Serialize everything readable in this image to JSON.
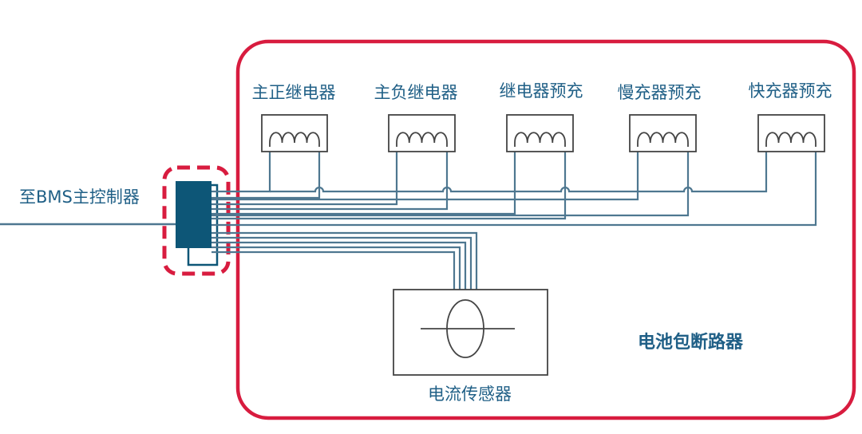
{
  "diagram": {
    "left_label": "至BMS主控制器",
    "relays": [
      {
        "label": "主正继电器"
      },
      {
        "label": "主负继电器"
      },
      {
        "label": "继电器预充"
      },
      {
        "label": "慢充器预充"
      },
      {
        "label": "快充器预充"
      }
    ],
    "sensor_label": "电流传感器",
    "box_label": "电池包断路器",
    "colors": {
      "border": "#d81c3f",
      "wire": "#4e7790",
      "connector": "#0d5677",
      "text": "#1f5f86"
    }
  }
}
